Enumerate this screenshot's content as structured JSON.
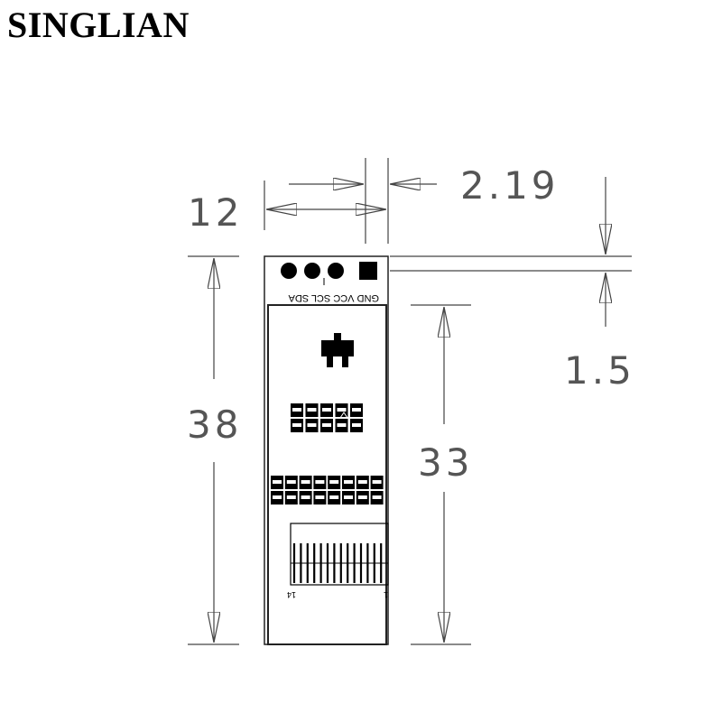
{
  "brand": "SINGLIAN",
  "dimensions": {
    "width": "12",
    "pin_offset": "2.19",
    "height": "38",
    "display_height": "33",
    "header_gap": "1.5"
  },
  "pins": {
    "label": "GND VCC SCL SDA",
    "items": [
      "GND",
      "VCC",
      "SCL",
      "SDA"
    ]
  },
  "fpc_marks": {
    "left": "14",
    "right": "1"
  }
}
